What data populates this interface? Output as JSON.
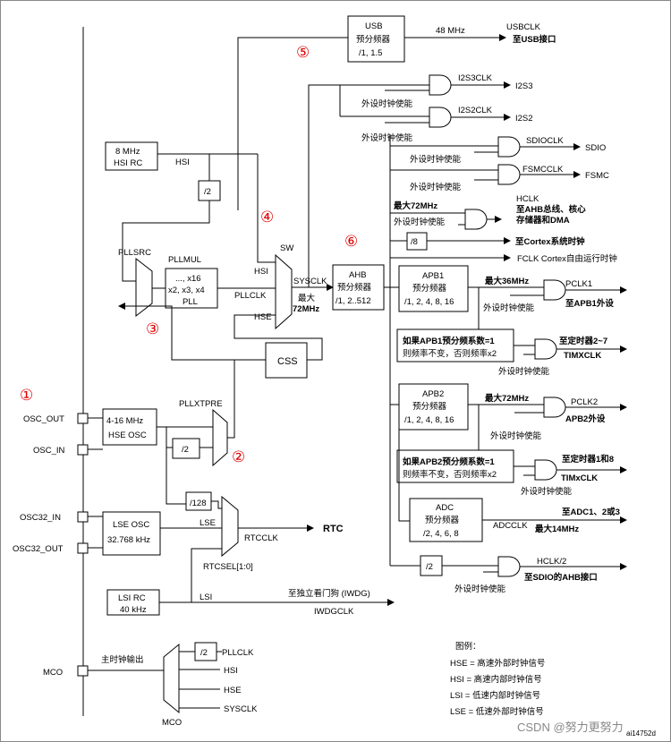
{
  "markers": {
    "m1": "①",
    "m2": "②",
    "m3": "③",
    "m4": "④",
    "m5": "⑤",
    "m6": "⑥"
  },
  "usb": {
    "line1": "USB",
    "line2": "预分频器",
    "line3": "/1, 1.5",
    "freq": "48 MHz",
    "out": "USBCLK",
    "out2": "至USB接口"
  },
  "hsi": {
    "line1": "8 MHz",
    "line2": "HSI RC",
    "label": "HSI",
    "div": "/2"
  },
  "pll": {
    "src": "PLLSRC",
    "mul": "PLLMUL",
    "line1": "..., x16",
    "line2": "x2, x3, x4",
    "line3": "PLL",
    "clk": "PLLCLK",
    "xtpre": "PLLXTPRE",
    "div2": "/2"
  },
  "sw": {
    "label": "SW",
    "hsi": "HSI",
    "pllclk": "PLLCLK",
    "hse": "HSE",
    "sysclk": "SYSCLK",
    "max1": "最大",
    "max2": "72MHz"
  },
  "ahb": {
    "line1": "AHB",
    "line2": "预分频器",
    "line3": "/1, 2..512"
  },
  "css": "CSS",
  "outputs": {
    "i2s3": "I2S3CLK",
    "i2s3o": "I2S3",
    "i2s2": "I2S2CLK",
    "i2s2o": "I2S2",
    "sdio": "SDIOCLK",
    "sdioo": "SDIO",
    "fsmc": "FSMCCLK",
    "fsmco": "FSMC",
    "hclk": "HCLK",
    "hclk1": "至AHB总线、核心",
    "hclk2": "存储器和DMA",
    "max72": "最大72MHz",
    "div8": "/8",
    "cortex": "至Cortex系统时钟",
    "fclk": "FCLK Cortex自由运行时钟",
    "enable": "外设时钟使能"
  },
  "apb1": {
    "line1": "APB1",
    "line2": "预分频器",
    "line3": "/1, 2, 4, 8, 16",
    "max": "最大36MHz",
    "pclk": "PCLK1",
    "to": "至APB1外设",
    "note1": "如果APB1预分频系数=1",
    "note2": "则频率不变，否则频率x2",
    "tim1": "至定时器2~7",
    "tim2": "TIMXCLK"
  },
  "apb2": {
    "line1": "APB2",
    "line2": "预分频器",
    "line3": "/1, 2, 4, 8, 16",
    "max": "最大72MHz",
    "pclk": "PCLK2",
    "to": "APB2外设",
    "note1": "如果APB2预分频系数=1",
    "note2": "则频率不变，否则频率x2",
    "tim1": "至定时器1和8",
    "tim2": "TIMxCLK"
  },
  "adc": {
    "line1": "ADC",
    "line2": "预分频器",
    "line3": "/2, 4, 6, 8",
    "clk": "ADCCLK",
    "to": "至ADC1、2或3",
    "max": "最大14MHz"
  },
  "hclk2": {
    "div": "/2",
    "label": "HCLK/2",
    "to": "至SDIO的AHB接口"
  },
  "hse": {
    "line1": "4-16 MHz",
    "line2": "HSE OSC",
    "in": "OSC_OUT",
    "out": "OSC_IN",
    "div": "/2"
  },
  "lse": {
    "line1": "LSE OSC",
    "line2": "32.768 kHz",
    "in": "OSC32_IN",
    "out": "OSC32_OUT",
    "label": "LSE",
    "div128": "/128",
    "rtcclk": "RTCCLK",
    "rtc": "RTC",
    "rtcsel": "RTCSEL[1:0]"
  },
  "lsi": {
    "line1": "LSI RC",
    "line2": "40 kHz",
    "label": "LSI",
    "iwdg1": "至独立看门狗 (IWDG)",
    "iwdg2": "IWDGCLK"
  },
  "mco": {
    "pin": "MCO",
    "label": "主时钟输出",
    "div": "/2",
    "pllclk": "PLLCLK",
    "hsi": "HSI",
    "hse": "HSE",
    "sysclk": "SYSCLK",
    "mux": "MCO"
  },
  "legend": {
    "title": "图例：",
    "hse": "HSE = 高速外部时钟信号",
    "hsi": "HSI = 高速内部时钟信号",
    "lsi": "LSI = 低速内部时钟信号",
    "lse": "LSE = 低速外部时钟信号"
  },
  "watermark": "CSDN @努力更努力",
  "code": "ai14752d"
}
